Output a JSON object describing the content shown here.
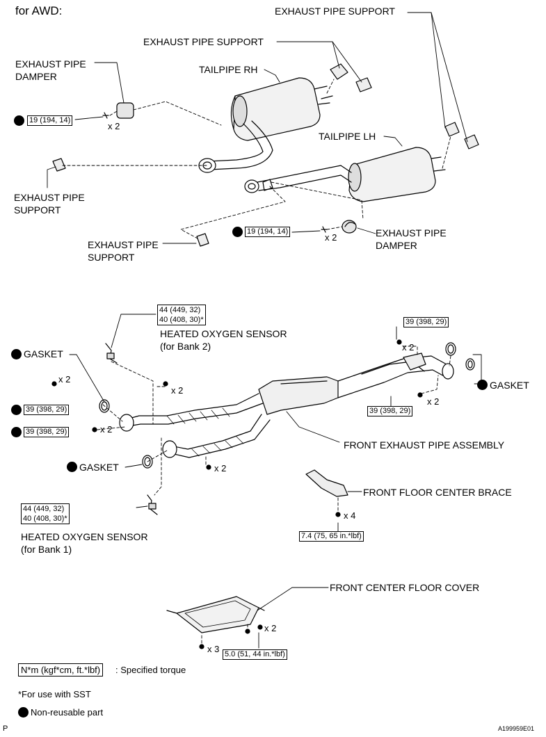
{
  "heading": "for AWD:",
  "labels": {
    "support_top_right": "EXHAUST PIPE SUPPORT",
    "support_top_mid": "EXHAUST PIPE SUPPORT",
    "damper_left_1": "EXHAUST PIPE",
    "damper_left_2": "DAMPER",
    "tailpipe_rh": "TAILPIPE RH",
    "tailpipe_lh": "TAILPIPE LH",
    "support_left_1": "EXHAUST PIPE",
    "support_left_2": "SUPPORT",
    "support_bottom_1": "EXHAUST PIPE",
    "support_bottom_2": "SUPPORT",
    "damper_right_1": "EXHAUST PIPE",
    "damper_right_2": "DAMPER",
    "sensor_bank2_1": "HEATED OXYGEN SENSOR",
    "sensor_bank2_2": "(for Bank 2)",
    "gasket_left_top": "GASKET",
    "gasket_right": "GASKET",
    "gasket_left_bottom": "GASKET",
    "front_pipe": "FRONT EXHAUST PIPE ASSEMBLY",
    "brace": "FRONT FLOOR CENTER BRACE",
    "sensor_bank1_1": "HEATED OXYGEN SENSOR",
    "sensor_bank1_2": "(for Bank 1)",
    "floor_cover": "FRONT CENTER FLOOR COVER"
  },
  "torques": {
    "damper_left": "19 (194, 14)",
    "damper_right": "19 (194, 14)",
    "sensor_bank2_a": "44 (449, 32)",
    "sensor_bank2_b": "40 (408, 30)*",
    "flange_right_top": "39 (398, 29)",
    "flange_right_bottom": "39 (398, 29)",
    "flange_left_top": "39 (398, 29)",
    "flange_left_bottom": "39 (398, 29)",
    "sensor_bank1_a": "44 (449, 32)",
    "sensor_bank1_b": "40 (408, 30)*",
    "brace": "7.4 (75, 65 in.*lbf)",
    "floor_cover": "5.0 (51, 44 in.*lbf)"
  },
  "multipliers": {
    "damper_left": "x 2",
    "damper_right": "x 2",
    "sensor_bank2_nut": "x 2",
    "flange_right_top": "x 2",
    "flange_right_bottom": "x 2",
    "flange_left_top": "x 2",
    "flange_left_bottom": "x 2",
    "pipe_bolts": "x 2",
    "brace": "x 4",
    "cover_left": "x 3",
    "cover_right": "x 2"
  },
  "legend": {
    "torque_box": "N*m (kgf*cm, ft.*lbf)",
    "torque_desc": ": Specified torque",
    "sst_note": "*For use with SST",
    "nonreusable": "Non-reusable part"
  },
  "corner_left": "P",
  "figure_code": "A199959E01"
}
